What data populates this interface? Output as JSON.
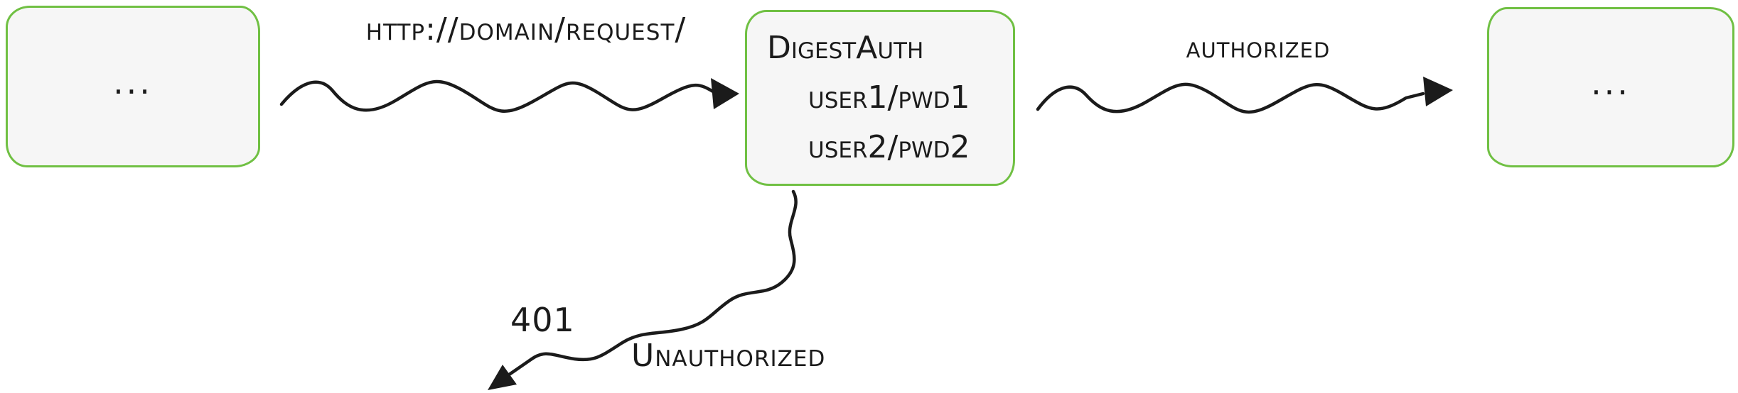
{
  "colors": {
    "ink": "#1b1b1b",
    "box_border": "#70c043",
    "box_fill": "#f6f6f6"
  },
  "nodes": {
    "left_client": {
      "label": "..."
    },
    "auth_server": {
      "title": "DigestAuth",
      "cred1": "user1/pwd1",
      "cred2": "user2/pwd2"
    },
    "right_client": {
      "label": "..."
    }
  },
  "edges": {
    "request": {
      "label": "http://domain/request/"
    },
    "authorized": {
      "label": "authorized"
    },
    "unauthorized": {
      "code": "401",
      "label": "Unauthorized"
    }
  }
}
